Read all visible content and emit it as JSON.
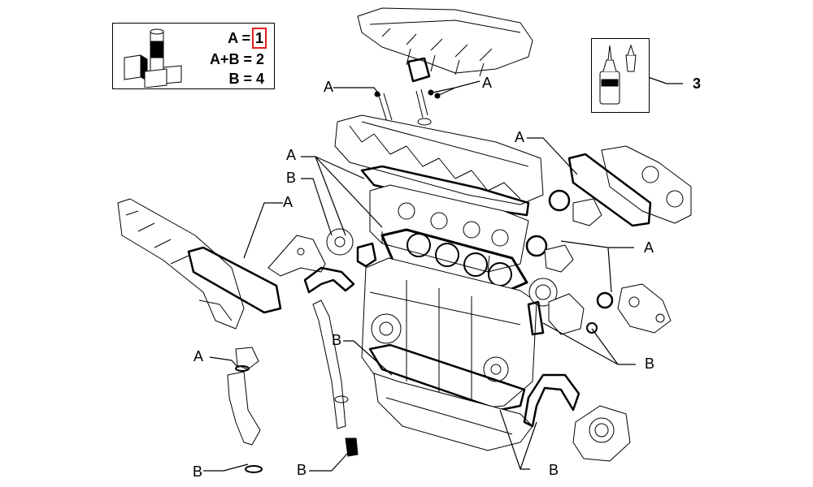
{
  "legend": {
    "row1_key": "A =",
    "row1_value": "1",
    "row2_key": "A+B =",
    "row2_value": "2",
    "row3_key": "B =",
    "row3_value": "4",
    "highlight_color": "#e02020"
  },
  "callouts": {
    "sealant_ref": "3",
    "a1": "A",
    "a2": "A",
    "a3": "A",
    "a4": "A",
    "a5": "A",
    "a6": "A",
    "a7": "A",
    "b1": "B",
    "b2": "B",
    "b3": "B",
    "b4": "B",
    "b5": "B",
    "b6": "B"
  },
  "icons": {
    "legend_illustration": "gasket-kit-packages-icon",
    "sealant_tube": "sealant-tube-icon"
  }
}
